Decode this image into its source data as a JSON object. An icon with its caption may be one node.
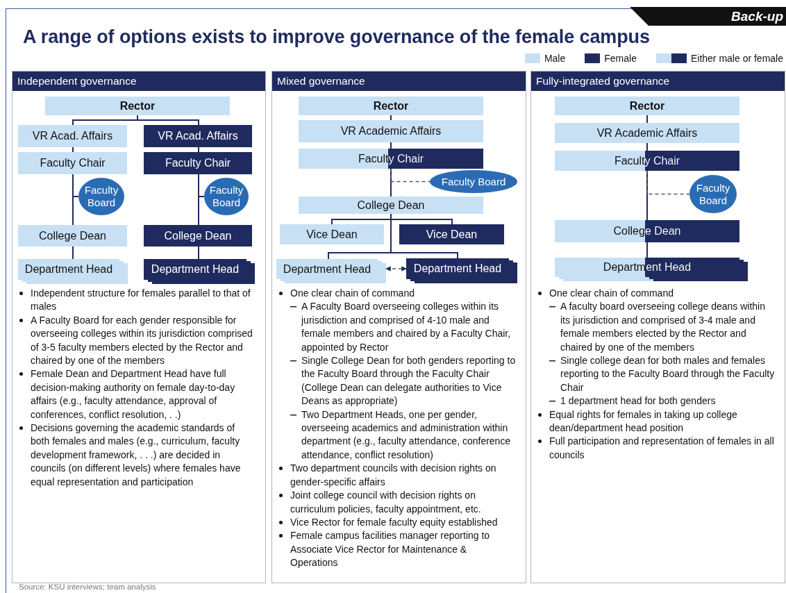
{
  "diagram": {
    "title": "A range of options exists to improve governance of the female campus",
    "nodes": [
      {
        "text": [
          "Independent governance",
          "Independent structure for females parallel to that of males",
          "A Faculty Board for each gender responsible for overseeing colleges within its jurisdiction comprised of 3-5 faculty members elected by the Rector and chaired by one of the members",
          "Female Dean and Department Head have full decision-making authority on female day-to-day affairs (e.g., faculty attendance, approval of conferences, conflict resolution, . .)",
          "Decisions governing the academic standards of both females and males (e.g., curriculum, faculty development framework, . . .) are decided in councils (on different levels) where females have equal representation and participation"
        ]
      },
      {
        "text": [
          "Rector"
        ],
        "in": 0
      },
      {
        "text": [
          "VR Acad. Affairs"
        ],
        "in": 0
      },
      {
        "text": [
          "VR Acad. Affairs"
        ],
        "in": 0
      },
      {
        "text": [
          "Faculty Chair"
        ],
        "in": 0
      },
      {
        "text": [
          "Faculty Chair"
        ],
        "in": 0
      },
      {
        "text": [
          "Faculty Board"
        ],
        "in": 0
      },
      {
        "text": [
          "Faculty Board"
        ],
        "in": 0
      },
      {
        "text": [
          "College Dean"
        ],
        "in": 0
      },
      {
        "text": [
          "College Dean"
        ],
        "in": 0
      },
      {
        "text": [
          "Department Head"
        ],
        "in": 0
      },
      {
        "text": [
          "Department Head"
        ],
        "in": 0
      },
      {
        "text": [
          "Mixed governance",
          "One clear chain of command",
          "A Faculty Board overseeing colleges within its jurisdiction and comprised of 4-10 male and female members and chaired by a Faculty Chair, appointed by Rector",
          "Single College Dean for both genders reporting to the Faculty Board through the Faculty Chair (College Dean can delegate authorities to Vice Deans as appropriate)",
          "Two Department Heads, one per gender, overseeing academics and administration within department (e.g., faculty attendance, conference attendance, conflict resolution)",
          "Two department councils with decision rights on gender-specific affairs",
          "Joint college council with decision rights on curriculum policies, faculty appointment, etc.",
          "Vice Rector for female faculty equity established",
          "Female campus facilities manager reporting to Associate Vice Rector for Maintenance & Operations"
        ]
      },
      {
        "text": [
          "Rector"
        ],
        "in": 12
      },
      {
        "text": [
          "VR Academic Affairs"
        ],
        "in": 12
      },
      {
        "text": [
          "Faculty Chair"
        ],
        "in": 12
      },
      {
        "text": [
          "Faculty Board"
        ],
        "in": 12
      },
      {
        "text": [
          "College Dean"
        ],
        "in": 12
      },
      {
        "text": [
          "Vice Dean"
        ],
        "in": 12
      },
      {
        "text": [
          "Vice Dean"
        ],
        "in": 12
      },
      {
        "text": [
          "Department Head"
        ],
        "in": 12
      },
      {
        "text": [
          "Department Head"
        ],
        "in": 12
      },
      {
        "text": [
          "Fully-integrated governance",
          "One clear chain of command",
          "A faculty board overseeing college deans within its jurisdiction and comprised of 3-4 male and female members elected by the Rector and chaired by one of the members",
          "Single college dean for both males and females reporting to the Faculty Board through the Faculty Chair",
          "1 department head for both genders",
          "Equal rights for females in taking up college dean/department head position",
          "Full participation and representation of females in all councils"
        ]
      },
      {
        "text": [
          "Rector"
        ],
        "in": 22
      },
      {
        "text": [
          "VR Academic Affairs"
        ],
        "in": 22
      },
      {
        "text": [
          "Faculty Chair"
        ],
        "in": 22
      },
      {
        "text": [
          "Faculty Board"
        ],
        "in": 22
      },
      {
        "text": [
          "College Dean"
        ],
        "in": 22
      },
      {
        "text": [
          "Department Head"
        ],
        "in": 22
      }
    ],
    "edges": [
      {
        "from": 1,
        "to": 2,
        "arrow": "none"
      },
      {
        "from": 1,
        "to": 3,
        "arrow": "none"
      },
      {
        "from": 2,
        "to": 4,
        "arrow": "none"
      },
      {
        "from": 3,
        "to": 5,
        "arrow": "none"
      },
      {
        "from": 4,
        "to": 8,
        "arrow": "none"
      },
      {
        "from": 4,
        "to": 6,
        "arrow": "none"
      },
      {
        "from": 5,
        "to": 9,
        "arrow": "none"
      },
      {
        "from": 5,
        "to": 7,
        "arrow": "none"
      },
      {
        "from": 8,
        "to": 10,
        "arrow": "none"
      },
      {
        "from": 9,
        "to": 11,
        "arrow": "none"
      },
      {
        "from": 13,
        "to": 14,
        "arrow": "none"
      },
      {
        "from": 14,
        "to": 15,
        "arrow": "none"
      },
      {
        "from": 15,
        "to": 17,
        "arrow": "none"
      },
      {
        "from": 15,
        "to": 16,
        "arrow": "none",
        "style": "dashed"
      },
      {
        "from": 17,
        "to": 18,
        "arrow": "none"
      },
      {
        "from": 17,
        "to": 19,
        "arrow": "none"
      },
      {
        "from": 17,
        "to": 20,
        "arrow": "none"
      },
      {
        "from": 17,
        "to": 21,
        "arrow": "none"
      },
      {
        "from": 20,
        "to": 21,
        "arrow": "both",
        "style": "dashed"
      },
      {
        "from": 23,
        "to": 24,
        "arrow": "none"
      },
      {
        "from": 24,
        "to": 25,
        "arrow": "none"
      },
      {
        "from": 25,
        "to": 27,
        "arrow": "none"
      },
      {
        "from": 25,
        "to": 26,
        "arrow": "none",
        "style": "dashed"
      },
      {
        "from": 27,
        "to": 28,
        "arrow": "none"
      }
    ],
    "labels": [
      "Back-up",
      "Source: KSU interviews; team analysis"
    ],
    "legend": [
      {
        "text": "Male",
        "color": "#c8e0f4"
      },
      {
        "text": "Female",
        "color": "#1f2b5e"
      },
      {
        "text": "Either male or female"
      }
    ]
  }
}
